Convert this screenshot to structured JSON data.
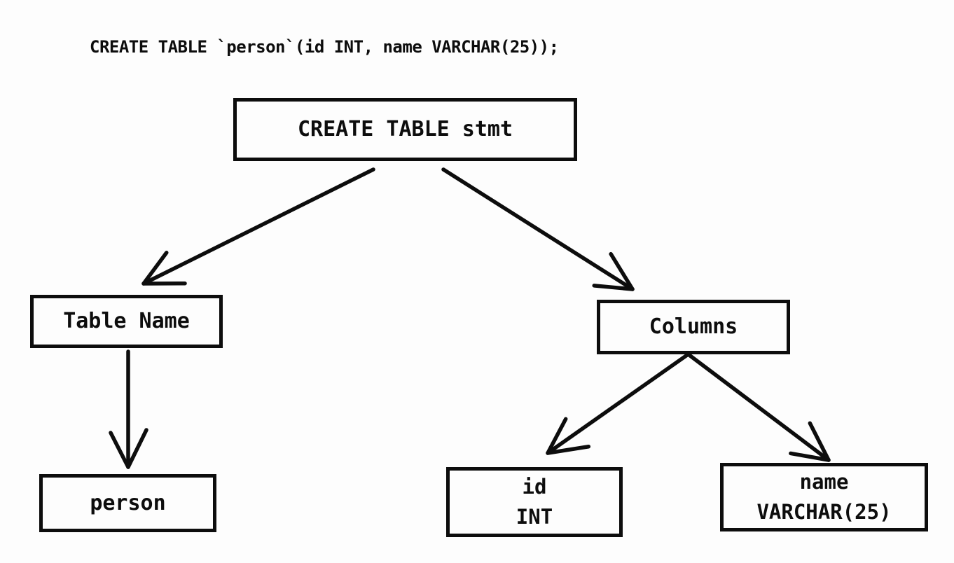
{
  "sql_statement": "CREATE TABLE `person`(id INT, name VARCHAR(25));",
  "nodes": {
    "stmt": {
      "label": "CREATE TABLE stmt"
    },
    "table_name": {
      "label": "Table Name"
    },
    "columns": {
      "label": "Columns"
    },
    "person": {
      "label": "person"
    },
    "id_column": {
      "name": "id",
      "type": "INT"
    },
    "name_column": {
      "name": "name",
      "type": "VARCHAR(25)"
    }
  },
  "edges": [
    {
      "from": "CREATE TABLE stmt",
      "to": "Table Name"
    },
    {
      "from": "CREATE TABLE stmt",
      "to": "Columns"
    },
    {
      "from": "Table Name",
      "to": "person"
    },
    {
      "from": "Columns",
      "to": "id INT"
    },
    {
      "from": "Columns",
      "to": "name VARCHAR(25)"
    }
  ],
  "colors": {
    "ink": "#0d0d0d",
    "background": "#fdfdfd"
  }
}
